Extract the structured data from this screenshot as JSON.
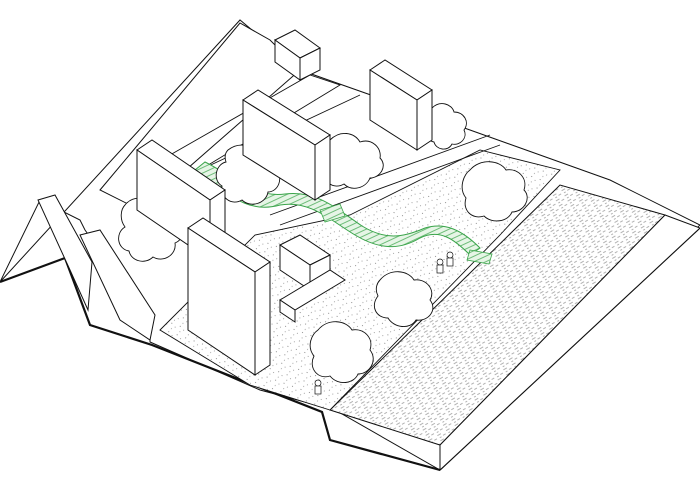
{
  "diagram": {
    "kind": "axonometric-site-drawing",
    "colors": {
      "line": "#111111",
      "fill": "#ffffff",
      "green_path": "#3aa44a",
      "green_fill": "#dff2e0",
      "hatch": "#6a6a6a",
      "pavement": "#8a8a8a"
    },
    "elements": [
      {
        "name": "building-block",
        "count": 6
      },
      {
        "name": "tree-cluster",
        "count": 7
      },
      {
        "name": "green-walkway",
        "count": 1
      },
      {
        "name": "river-strip",
        "count": 1
      },
      {
        "name": "paved-plaza",
        "count": 1
      }
    ]
  }
}
